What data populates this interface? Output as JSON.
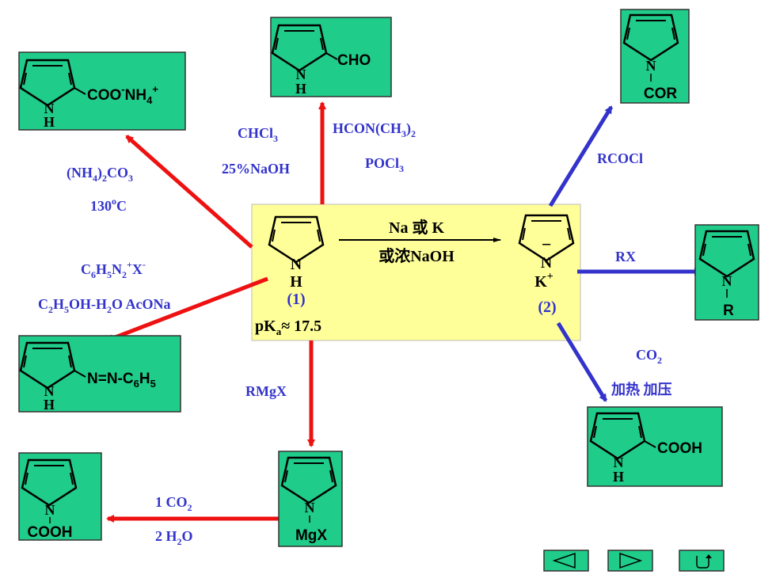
{
  "colors": {
    "box_fill": "#1fcc8a",
    "center_fill": "#ffff99",
    "red_arrow": "#ee1111",
    "blue_arrow": "#3333cc",
    "label_text": "#3333cc",
    "nav_button": "#1fcc8a"
  },
  "center": {
    "pyrrole_N": "N",
    "pyrrole_H": "H",
    "label_1": "(1)",
    "pka_prefix": "pK",
    "pka_sub": "a",
    "pka_value": "≈ 17.5",
    "reagent_top": "Na 或 K",
    "reagent_bottom": "或浓NaOH",
    "anion_charge": "−",
    "anion_N": "N",
    "anion_K": "K",
    "anion_K_charge": "+",
    "label_2": "(2)"
  },
  "products": {
    "aldehyde": {
      "N": "N",
      "H": "H",
      "group": "CHO"
    },
    "ammonium_salt": {
      "N": "N",
      "H": "H",
      "group": "COO",
      "charge_minus": "-",
      "cation": "NH",
      "cation_sub": "4",
      "cation_charge": "+"
    },
    "azo": {
      "N": "N",
      "H": "H",
      "group": "N=N-C",
      "group_sub": "6",
      "group_H": "H",
      "group_sub2": "5"
    },
    "n_cooh": {
      "N": "N",
      "group": "COOH"
    },
    "grignard": {
      "N": "N",
      "group": "MgX"
    },
    "n_acyl": {
      "N": "N",
      "group": "COR"
    },
    "n_alkyl": {
      "N": "N",
      "group": "R"
    },
    "c_cooh": {
      "N": "N",
      "H": "H",
      "group": "COOH"
    }
  },
  "reagents": {
    "chcl3": {
      "main": "CHCl",
      "sub": "3"
    },
    "naoh": "25%NaOH",
    "hcon": {
      "a": "HCON(CH",
      "sub": "3",
      "b": ")",
      "sub2": "2"
    },
    "pocl3": {
      "main": "POCl",
      "sub": "3"
    },
    "nh4co3": {
      "a": "(NH",
      "sub": "4",
      "b": ")",
      "sub2": "2",
      "c": "CO",
      "sub3": "3"
    },
    "temp": {
      "a": "130",
      "sup": "o",
      "b": "C"
    },
    "diazonium": {
      "a": "C",
      "sub": "6",
      "b": "H",
      "sub2": "5",
      "c": "N",
      "sub3": "2",
      "sup": "+",
      "d": "X",
      "sup2": "-"
    },
    "solvent": {
      "a": "C",
      "sub": "2",
      "b": "H",
      "sub2": "5",
      "c": "OH-H",
      "sub3": "2",
      "d": "O  AcONa"
    },
    "rmgx": "RMgX",
    "co2_step": {
      "a": "1  CO",
      "sub": "2"
    },
    "h2o_step": {
      "a": "2  H",
      "sub": "2",
      "b": "O"
    },
    "rcocl": "RCOCl",
    "rx": "RX",
    "co2": {
      "a": "CO",
      "sub": "2"
    },
    "heat": "加热 加压"
  },
  "nav": {
    "prev_icon": "left-triangle",
    "next_icon": "right-triangle",
    "return_icon": "return-arrow"
  }
}
